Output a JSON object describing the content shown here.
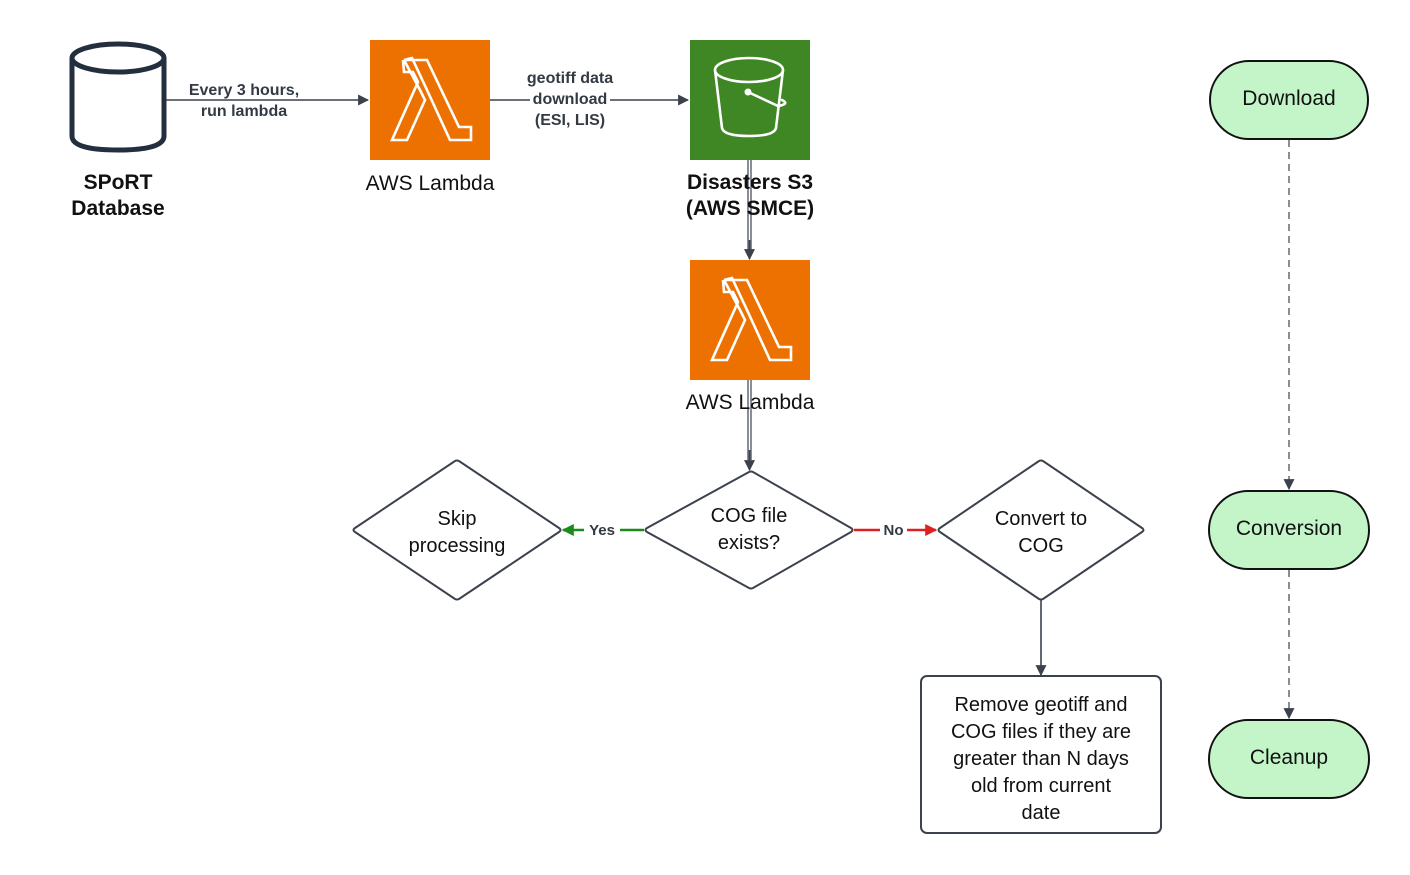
{
  "diagram": {
    "nodes": {
      "sport_db": {
        "label_line1": "SPoRT",
        "label_line2": "Database",
        "icon": "database-cylinder-icon"
      },
      "lambda_1": {
        "label": "AWS Lambda",
        "icon": "aws-lambda-icon",
        "color": "#ED7100"
      },
      "s3": {
        "label_line1": "Disasters S3",
        "label_line2": "(AWS SMCE)",
        "icon": "aws-s3-bucket-icon",
        "color": "#3F8624"
      },
      "lambda_2": {
        "label": "AWS Lambda",
        "icon": "aws-lambda-icon",
        "color": "#ED7100"
      },
      "cog_exists": {
        "label_line1": "COG file",
        "label_line2": "exists?"
      },
      "skip": {
        "label_line1": "Skip",
        "label_line2": "processing"
      },
      "convert": {
        "label_line1": "Convert to",
        "label_line2": "COG"
      },
      "cleanup_box": {
        "lines": [
          "Remove geotiff and",
          "COG files if they are",
          "greater than N days",
          "old from current",
          "date"
        ]
      }
    },
    "edges": {
      "db_to_lambda": {
        "label_line1": "Every 3 hours,",
        "label_line2": "run lambda"
      },
      "lambda_to_s3": {
        "label_line1": "geotiff data",
        "label_line2": "download",
        "label_line3": "(ESI, LIS)"
      },
      "yes": {
        "label": "Yes",
        "color": "#1A8A1A"
      },
      "no": {
        "label": "No",
        "color": "#E02020"
      }
    },
    "phases": [
      {
        "label": "Download"
      },
      {
        "label": "Conversion"
      },
      {
        "label": "Cleanup"
      }
    ],
    "phase_fill": "#C3F5C8"
  }
}
